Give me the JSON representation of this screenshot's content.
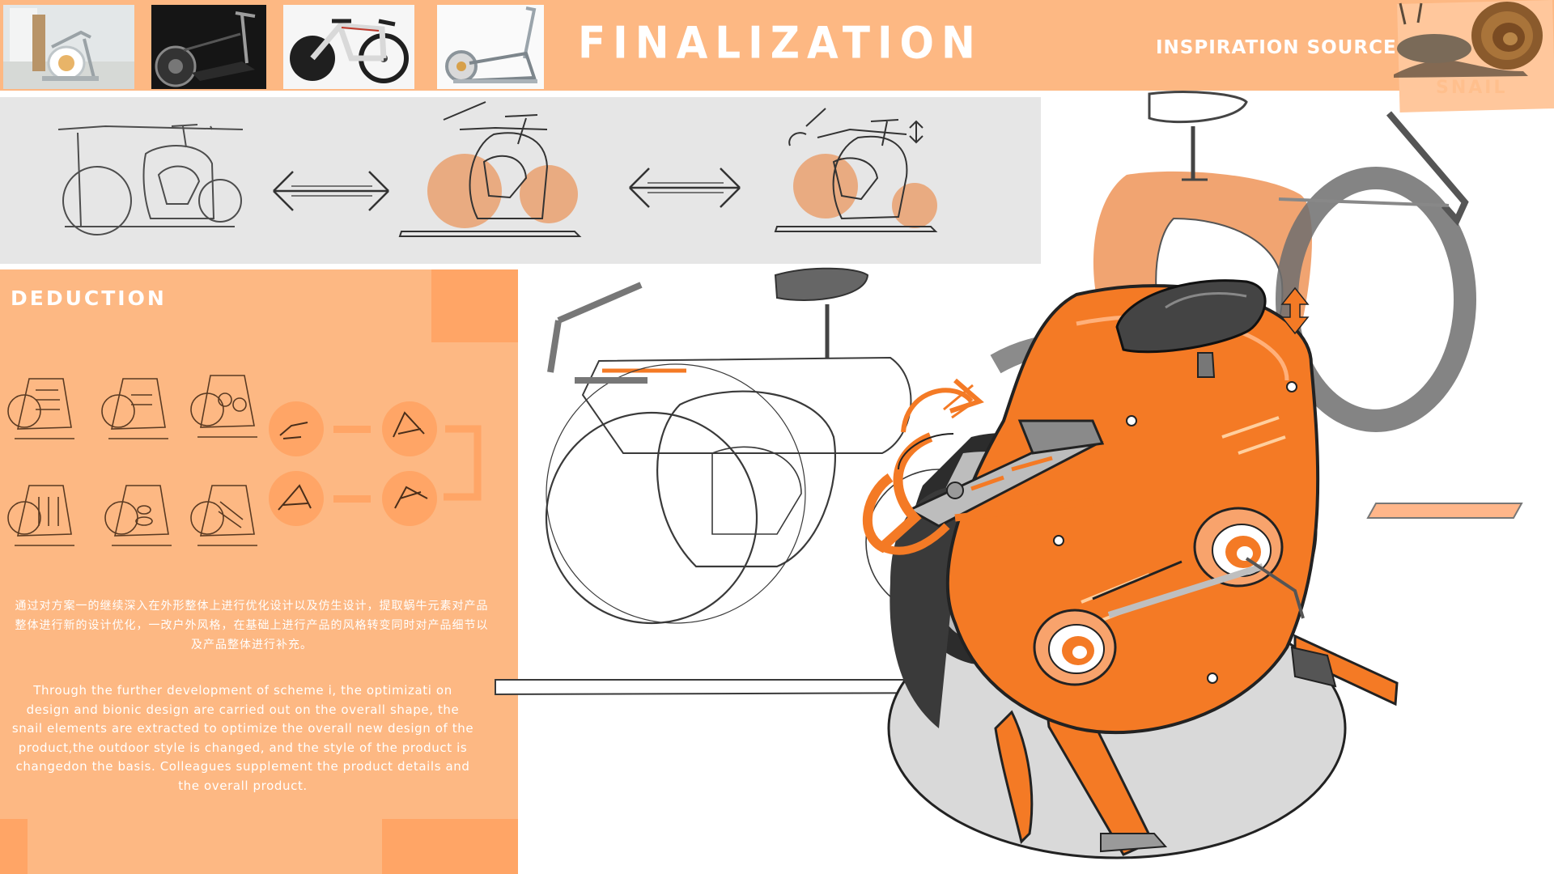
{
  "header": {
    "title": "FINALIZATION",
    "inspiration_label": "INSPIRATION SOURCE",
    "snail_label": "SNAIL"
  },
  "deduction": {
    "title": "DEDUCTION",
    "description_cn": "通过对方案一的继续深入在外形整体上进行优化设计以及仿生设计，提取蜗牛元素对产品整体进行新的设计优化，一改户外风格，在基础上进行产品的风格转变同时对产品细节以及产品整体进行补充。",
    "description_en": "Through the further development of scheme i, the optimizati on design and bionic design are carried out on the overall shape, the snail elements are extracted to optimize the overall new design of the product,the outdoor style is changed, and the style of the product is changedon the basis. Colleagues supplement the product details and the overall product."
  },
  "colors": {
    "header_band": "#fdb883",
    "panel": "#fdb883",
    "accent": "#ffa566",
    "product_orange": "#f47a25",
    "sketch_circle": "#e9a06e",
    "strip_gray": "#e6e6e6"
  },
  "icons": [
    "double-arrow-icon",
    "refresh-arrow-icon",
    "vertical-arrow-icon",
    "snail-image"
  ]
}
